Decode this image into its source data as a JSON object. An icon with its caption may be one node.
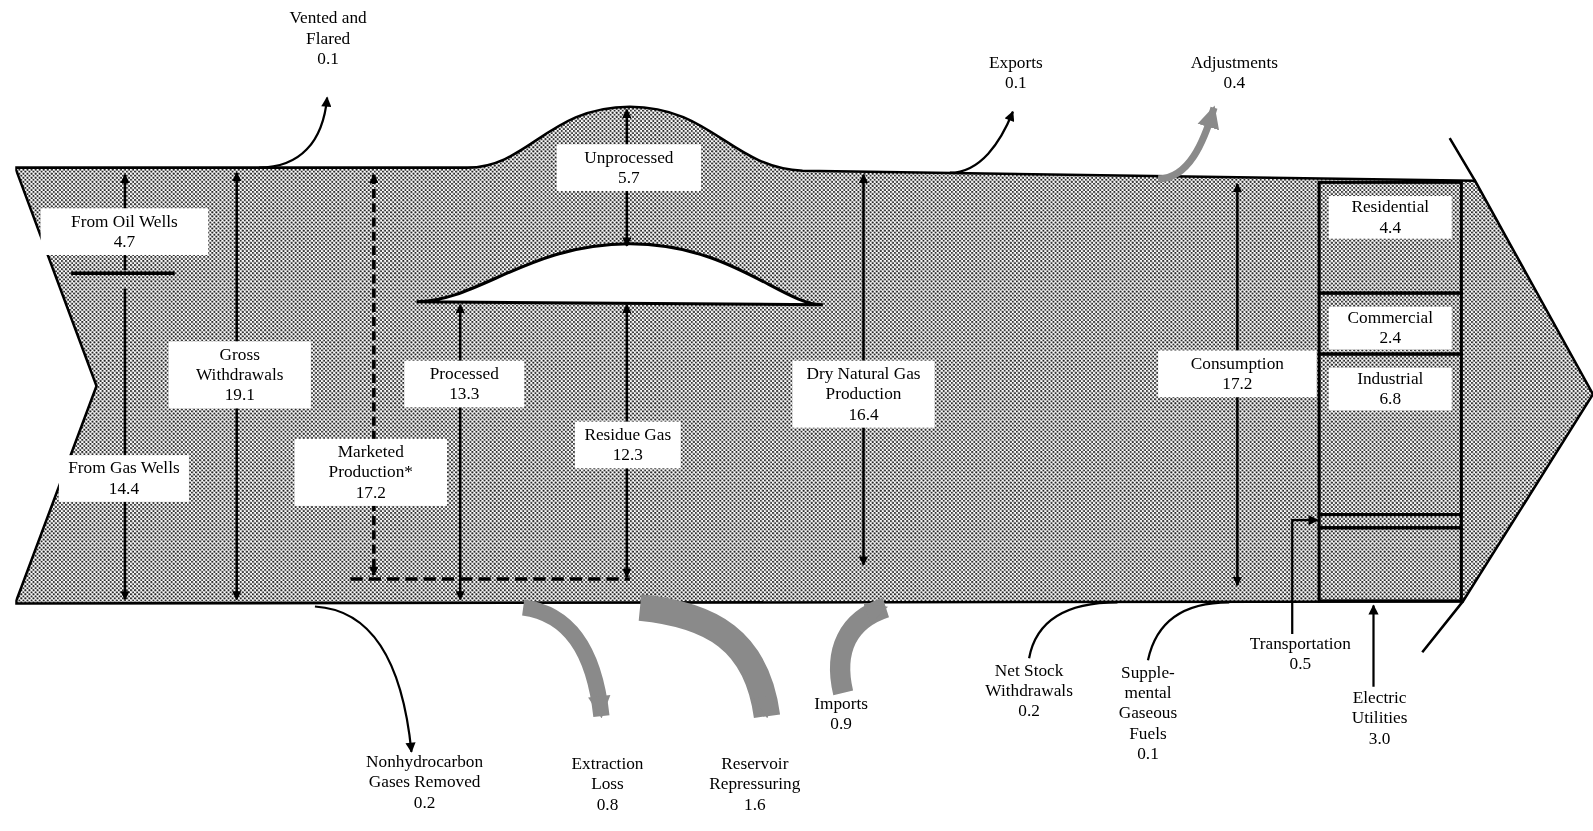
{
  "diagram": {
    "nodes": [
      {
        "text": [],
        "shape": "band"
      },
      {
        "text": [
          "Vented and Flared",
          "0.1"
        ]
      },
      {
        "text": [
          "Exports",
          "0.1"
        ]
      },
      {
        "text": [
          "Adjustments",
          "0.4"
        ]
      },
      {
        "text": [
          "Unprocessed",
          "5.7"
        ],
        "in": 0
      },
      {
        "text": [
          "From Oil Wells",
          "4.7"
        ],
        "in": 0
      },
      {
        "text": [
          "Gross Withdrawals",
          "19.1"
        ],
        "in": 0
      },
      {
        "text": [
          "Marketed Production*",
          "17.2"
        ],
        "in": 0
      },
      {
        "text": [
          "From Gas Wells",
          "14.4"
        ],
        "in": 0
      },
      {
        "text": [
          "Processed",
          "13.3"
        ],
        "in": 0
      },
      {
        "text": [
          "Residue Gas",
          "12.3"
        ],
        "in": 0
      },
      {
        "text": [
          "Dry Natural Gas Production",
          "16.4"
        ],
        "in": 0
      },
      {
        "text": [
          "Consumption",
          "17.2"
        ],
        "in": 0
      },
      {
        "text": [
          "Residential",
          "4.4"
        ],
        "in": 0
      },
      {
        "text": [
          "Commercial",
          "2.4"
        ],
        "in": 0
      },
      {
        "text": [
          "Industrial",
          "6.8"
        ],
        "in": 0
      },
      {
        "text": [
          "Nonhydrocarbon Gases Removed",
          "0.2"
        ]
      },
      {
        "text": [
          "Extraction Loss",
          "0.8"
        ]
      },
      {
        "text": [
          "Reservoir Repressuring",
          "1.6"
        ]
      },
      {
        "text": [
          "Imports",
          "0.9"
        ]
      },
      {
        "text": [
          "Net Stock Withdrawals",
          "0.2"
        ]
      },
      {
        "text": [
          "Supple- mental Gaseous Fuels",
          "0.1"
        ]
      },
      {
        "text": [
          "Transportation",
          "0.5"
        ]
      },
      {
        "text": [
          "Electric Utilities",
          "3.0"
        ]
      },
      {
        "text": [],
        "shape": "bar",
        "in": 0
      },
      {
        "text": [],
        "shape": "box",
        "in": 0
      }
    ],
    "edges": [
      {
        "from": 0,
        "to": 1,
        "arrow": "to"
      },
      {
        "from": 0,
        "to": 2,
        "arrow": "to"
      },
      {
        "from": 0,
        "to": 3,
        "arrow": "to",
        "style": "thick",
        "color": "#8a8a8a"
      },
      {
        "from": 0,
        "to": 16,
        "arrow": "to"
      },
      {
        "from": 0,
        "to": 17,
        "arrow": "to",
        "style": "thick",
        "color": "#8a8a8a"
      },
      {
        "from": 0,
        "to": 18,
        "arrow": "to",
        "style": "thick",
        "color": "#8a8a8a"
      },
      {
        "from": 19,
        "to": 0,
        "arrow": "to",
        "style": "thick",
        "color": "#8a8a8a"
      },
      {
        "from": 20,
        "to": 0,
        "arrow": "none"
      },
      {
        "from": 21,
        "to": 0,
        "arrow": "none"
      },
      {
        "from": 22,
        "to": 24,
        "arrow": "to"
      },
      {
        "from": 23,
        "to": 25,
        "arrow": "to"
      }
    ]
  }
}
